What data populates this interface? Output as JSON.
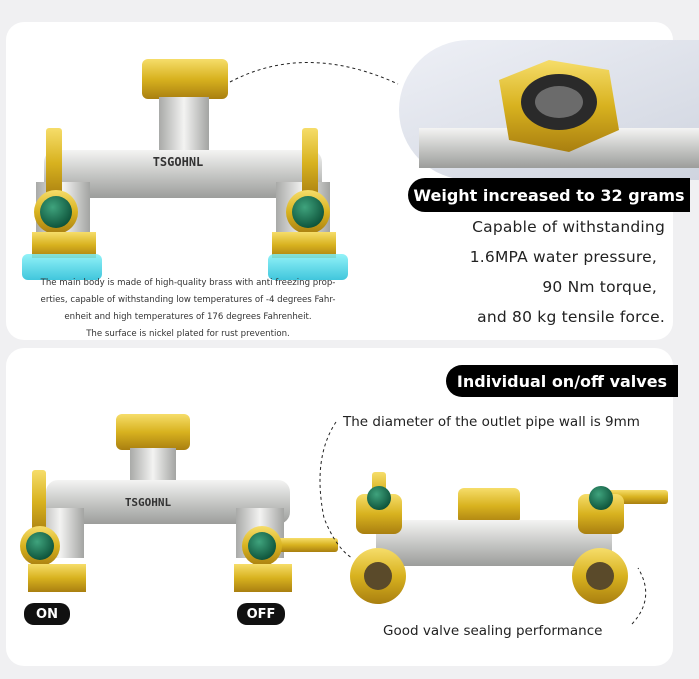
{
  "brand": "TSGOHNL",
  "top_panel": {
    "caption_lines": [
      "The main body is made of high-quality brass with anti freezing prop-",
      "erties, capable of withstanding low temperatures of -4 degrees Fahr-",
      "enheit and high temperatures of 176 degrees Fahrenheit.",
      "The surface is nickel plated for rust prevention."
    ],
    "weight_heading": "Weight increased to 32 grams",
    "spec_lines": [
      "Capable of withstanding",
      "1.6MPA water pressure,",
      "90 Nm torque,",
      "and 80 kg tensile force."
    ]
  },
  "bottom_panel": {
    "valves_heading": "Individual on/off valves",
    "diameter_note": "The diameter of the outlet pipe wall is 9mm",
    "sealing_note": "Good valve sealing performance",
    "on_label": "ON",
    "off_label": "OFF"
  },
  "colors": {
    "brass": "#d8b21f",
    "nickel": "#cfd0cf",
    "green_knob": "#0f6a4a",
    "cyan_glow": "#33d6e6",
    "black_badge": "#000000"
  }
}
